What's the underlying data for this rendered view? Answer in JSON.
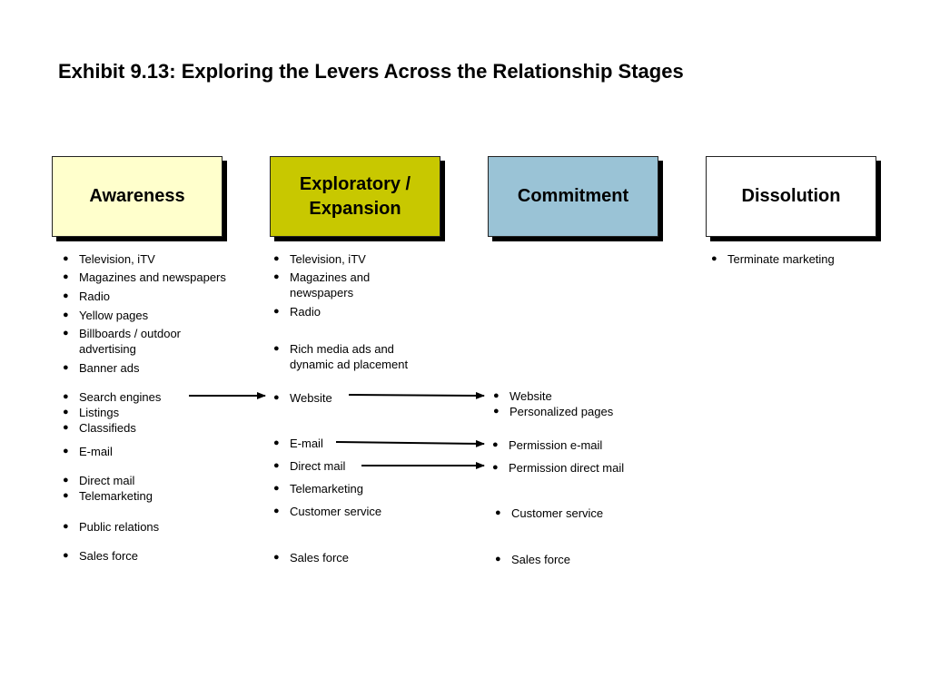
{
  "title": "Exhibit 9.13: Exploring the Levers Across the Relationship Stages",
  "stages": [
    {
      "label": "Awareness",
      "color": "#ffffcc"
    },
    {
      "label": "Exploratory / Expansion",
      "color": "#c8c800"
    },
    {
      "label": "Commitment",
      "color": "#9ac3d6"
    },
    {
      "label": "Dissolution",
      "color": "#ffffff"
    }
  ],
  "awareness": [
    "Television, iTV",
    "Magazines and newspapers",
    "Radio",
    "Yellow pages",
    "Billboards / outdoor advertising",
    "Banner ads",
    "Search engines",
    "Listings",
    "Classifieds",
    "E-mail",
    "Direct mail",
    "Telemarketing",
    "Public relations",
    "Sales force"
  ],
  "exploratory": [
    "Television, iTV",
    "Magazines and newspapers",
    "Radio",
    "Rich media ads and dynamic ad placement",
    "Website",
    "E-mail",
    "Direct mail",
    "Telemarketing",
    "Customer service",
    "Sales force"
  ],
  "commitment": [
    "Website",
    "Personalized pages",
    "Permission e-mail",
    "Permission direct mail",
    "Customer service",
    "Sales force"
  ],
  "dissolution": [
    "Terminate marketing"
  ]
}
